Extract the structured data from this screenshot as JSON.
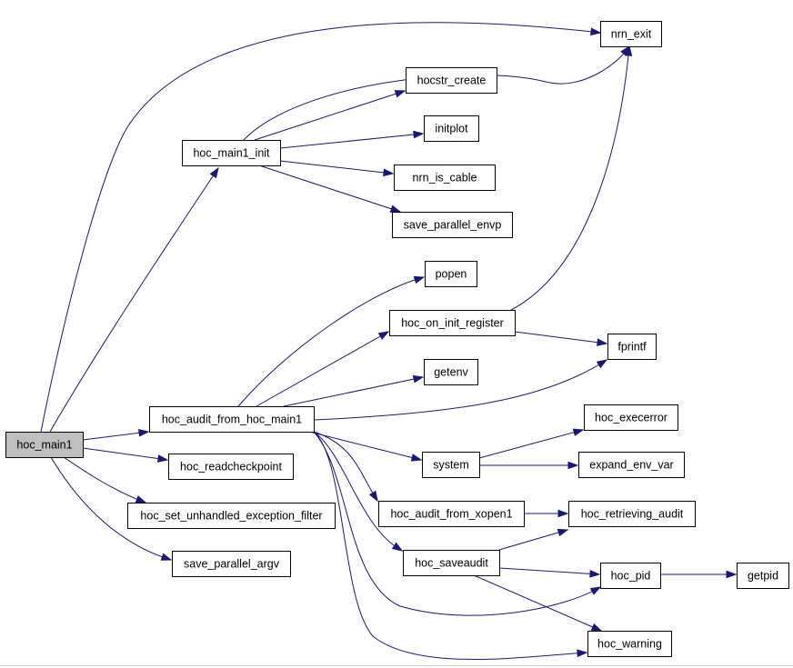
{
  "diagram": {
    "nodes": {
      "hoc_main1": "hoc_main1",
      "nrn_exit": "nrn_exit",
      "hocstr_create": "hocstr_create",
      "initplot": "initplot",
      "hoc_main1_init": "hoc_main1_init",
      "nrn_is_cable": "nrn_is_cable",
      "save_parallel_envp": "save_parallel_envp",
      "popen": "popen",
      "hoc_on_init_register": "hoc_on_init_register",
      "fprintf": "fprintf",
      "getenv": "getenv",
      "hoc_audit_from_hoc_main1": "hoc_audit_from_hoc_main1",
      "hoc_execerror": "hoc_execerror",
      "system": "system",
      "expand_env_var": "expand_env_var",
      "hoc_readcheckpoint": "hoc_readcheckpoint",
      "hoc_audit_from_xopen1": "hoc_audit_from_xopen1",
      "hoc_retrieving_audit": "hoc_retrieving_audit",
      "hoc_set_unhandled_exception_filter": "hoc_set_unhandled_exception_filter",
      "save_parallel_argv": "save_parallel_argv",
      "hoc_saveaudit": "hoc_saveaudit",
      "hoc_pid": "hoc_pid",
      "getpid": "getpid",
      "hoc_warning": "hoc_warning"
    },
    "root_node": "hoc_main1",
    "edges": [
      [
        "hoc_main1",
        "nrn_exit"
      ],
      [
        "hoc_main1",
        "hoc_main1_init"
      ],
      [
        "hoc_main1",
        "hoc_audit_from_hoc_main1"
      ],
      [
        "hoc_main1",
        "hoc_readcheckpoint"
      ],
      [
        "hoc_main1",
        "hoc_set_unhandled_exception_filter"
      ],
      [
        "hoc_main1",
        "save_parallel_argv"
      ],
      [
        "hoc_main1_init",
        "nrn_exit"
      ],
      [
        "hoc_main1_init",
        "hocstr_create"
      ],
      [
        "hoc_main1_init",
        "initplot"
      ],
      [
        "hoc_main1_init",
        "nrn_is_cable"
      ],
      [
        "hoc_main1_init",
        "save_parallel_envp"
      ],
      [
        "hoc_audit_from_hoc_main1",
        "popen"
      ],
      [
        "hoc_audit_from_hoc_main1",
        "hoc_on_init_register"
      ],
      [
        "hoc_audit_from_hoc_main1",
        "getenv"
      ],
      [
        "hoc_audit_from_hoc_main1",
        "fprintf"
      ],
      [
        "hoc_audit_from_hoc_main1",
        "system"
      ],
      [
        "hoc_audit_from_hoc_main1",
        "hoc_audit_from_xopen1"
      ],
      [
        "hoc_audit_from_hoc_main1",
        "hoc_saveaudit"
      ],
      [
        "hoc_audit_from_hoc_main1",
        "hoc_pid"
      ],
      [
        "hoc_audit_from_hoc_main1",
        "hoc_warning"
      ],
      [
        "hoc_on_init_register",
        "nrn_exit"
      ],
      [
        "hoc_on_init_register",
        "fprintf"
      ],
      [
        "system",
        "hoc_execerror"
      ],
      [
        "system",
        "expand_env_var"
      ],
      [
        "hoc_audit_from_xopen1",
        "hoc_retrieving_audit"
      ],
      [
        "hoc_saveaudit",
        "hoc_retrieving_audit"
      ],
      [
        "hoc_saveaudit",
        "hoc_pid"
      ],
      [
        "hoc_saveaudit",
        "hoc_warning"
      ],
      [
        "hoc_pid",
        "getpid"
      ]
    ],
    "colors": {
      "edge": "#191970",
      "node_border": "#000000",
      "node_fill": "#ffffff",
      "root_fill": "#bfbfbf"
    }
  }
}
